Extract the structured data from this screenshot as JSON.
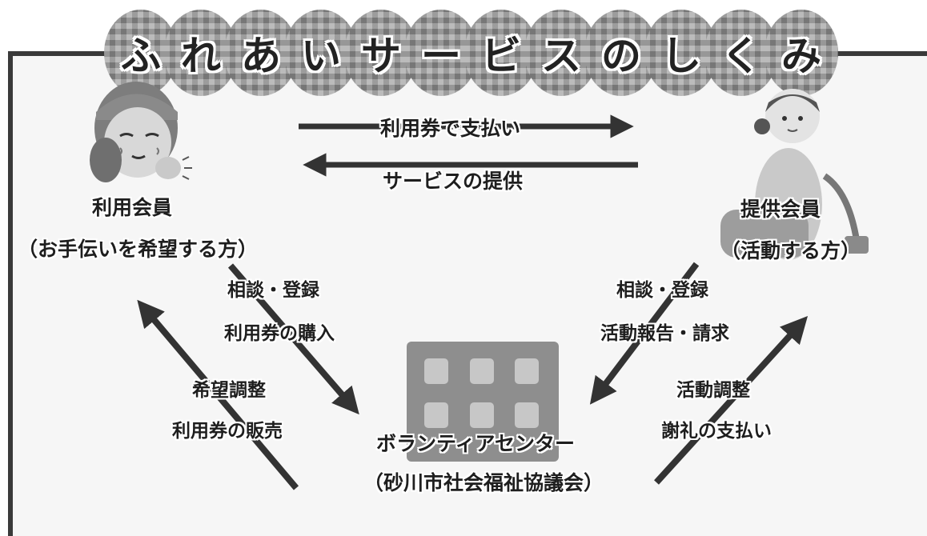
{
  "title": {
    "chars": [
      "ふ",
      "れ",
      "あ",
      "い",
      "サ",
      "ー",
      "ビ",
      "ス",
      "の",
      "し",
      "く",
      "み"
    ]
  },
  "top_arrows": {
    "pay": "利用券で支払い",
    "service": "サービスの提供"
  },
  "user_member": {
    "name": "利用会員",
    "desc": "（お手伝いを希望する方）"
  },
  "provider_member": {
    "name": "提供会員",
    "desc": "（活動する方）"
  },
  "center": {
    "name": "ボランティアセンター",
    "org": "（砂川市社会福祉協議会）"
  },
  "flows": {
    "user_to_center_1": "相談・登録",
    "user_to_center_2": "利用券の購入",
    "center_to_user_1": "希望調整",
    "center_to_user_2": "利用券の販売",
    "provider_to_center_1": "相談・登録",
    "provider_to_center_2": "活動報告・請求",
    "center_to_provider_1": "活動調整",
    "center_to_provider_2": "謝礼の支払い"
  }
}
